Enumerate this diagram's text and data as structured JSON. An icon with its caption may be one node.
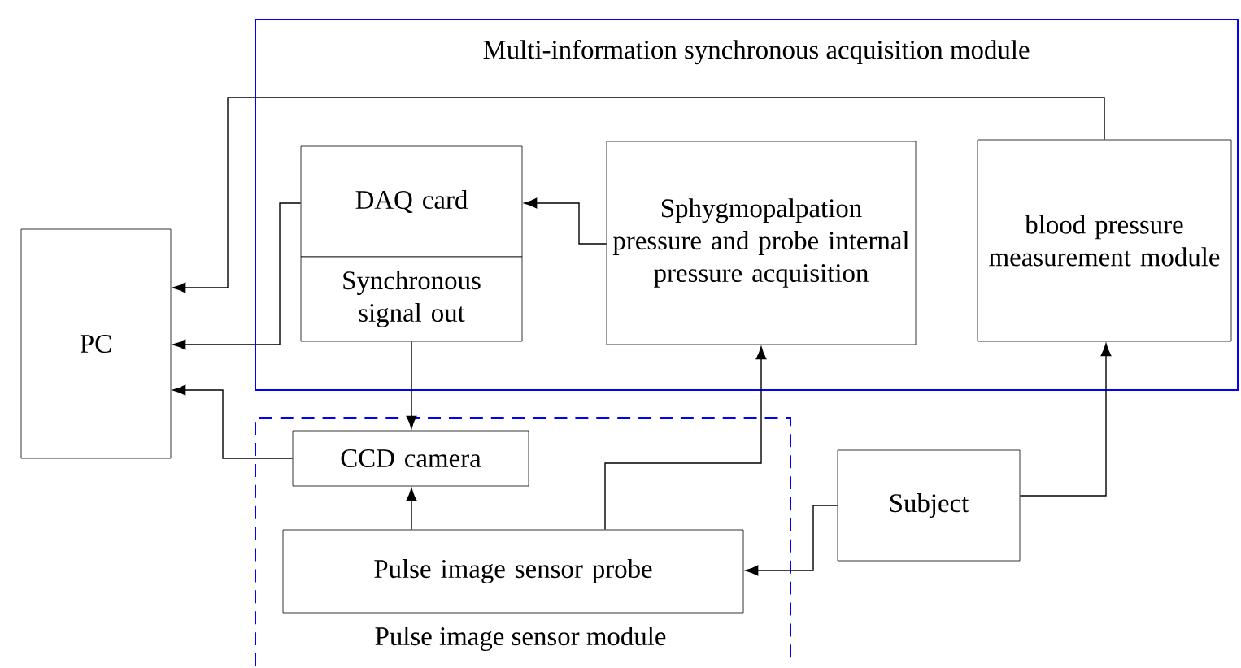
{
  "diagram": {
    "nodes": [
      {
        "text": [
          "Multi-information synchronous acquisition module"
        ]
      },
      {
        "text": [
          "PC"
        ]
      },
      {
        "text": [
          "DAQ card"
        ],
        "in": 0
      },
      {
        "text": [
          "Synchronous signal out"
        ],
        "in": 0
      },
      {
        "text": [
          "Sphygmopalpation pressure and probe internal pressure acquisition"
        ],
        "in": 0
      },
      {
        "text": [
          "blood pressure measurement module"
        ],
        "in": 0
      },
      {
        "text": [
          "Pulse image sensor module"
        ]
      },
      {
        "text": [
          "CCD camera"
        ],
        "in": 6
      },
      {
        "text": [
          "Pulse image sensor probe"
        ],
        "in": 6
      },
      {
        "text": [
          "Subject"
        ]
      }
    ],
    "edges": [
      {
        "from": 5,
        "to": 1,
        "arrow": "to"
      },
      {
        "from": 2,
        "to": 1,
        "arrow": "to"
      },
      {
        "from": 7,
        "to": 1,
        "arrow": "to"
      },
      {
        "from": 4,
        "to": 2,
        "arrow": "to"
      },
      {
        "from": 3,
        "to": 7,
        "arrow": "to"
      },
      {
        "from": 8,
        "to": 7,
        "arrow": "to"
      },
      {
        "from": 8,
        "to": 4,
        "arrow": "to"
      },
      {
        "from": 9,
        "to": 8,
        "arrow": "to"
      },
      {
        "from": 9,
        "to": 5,
        "arrow": "to"
      }
    ]
  }
}
